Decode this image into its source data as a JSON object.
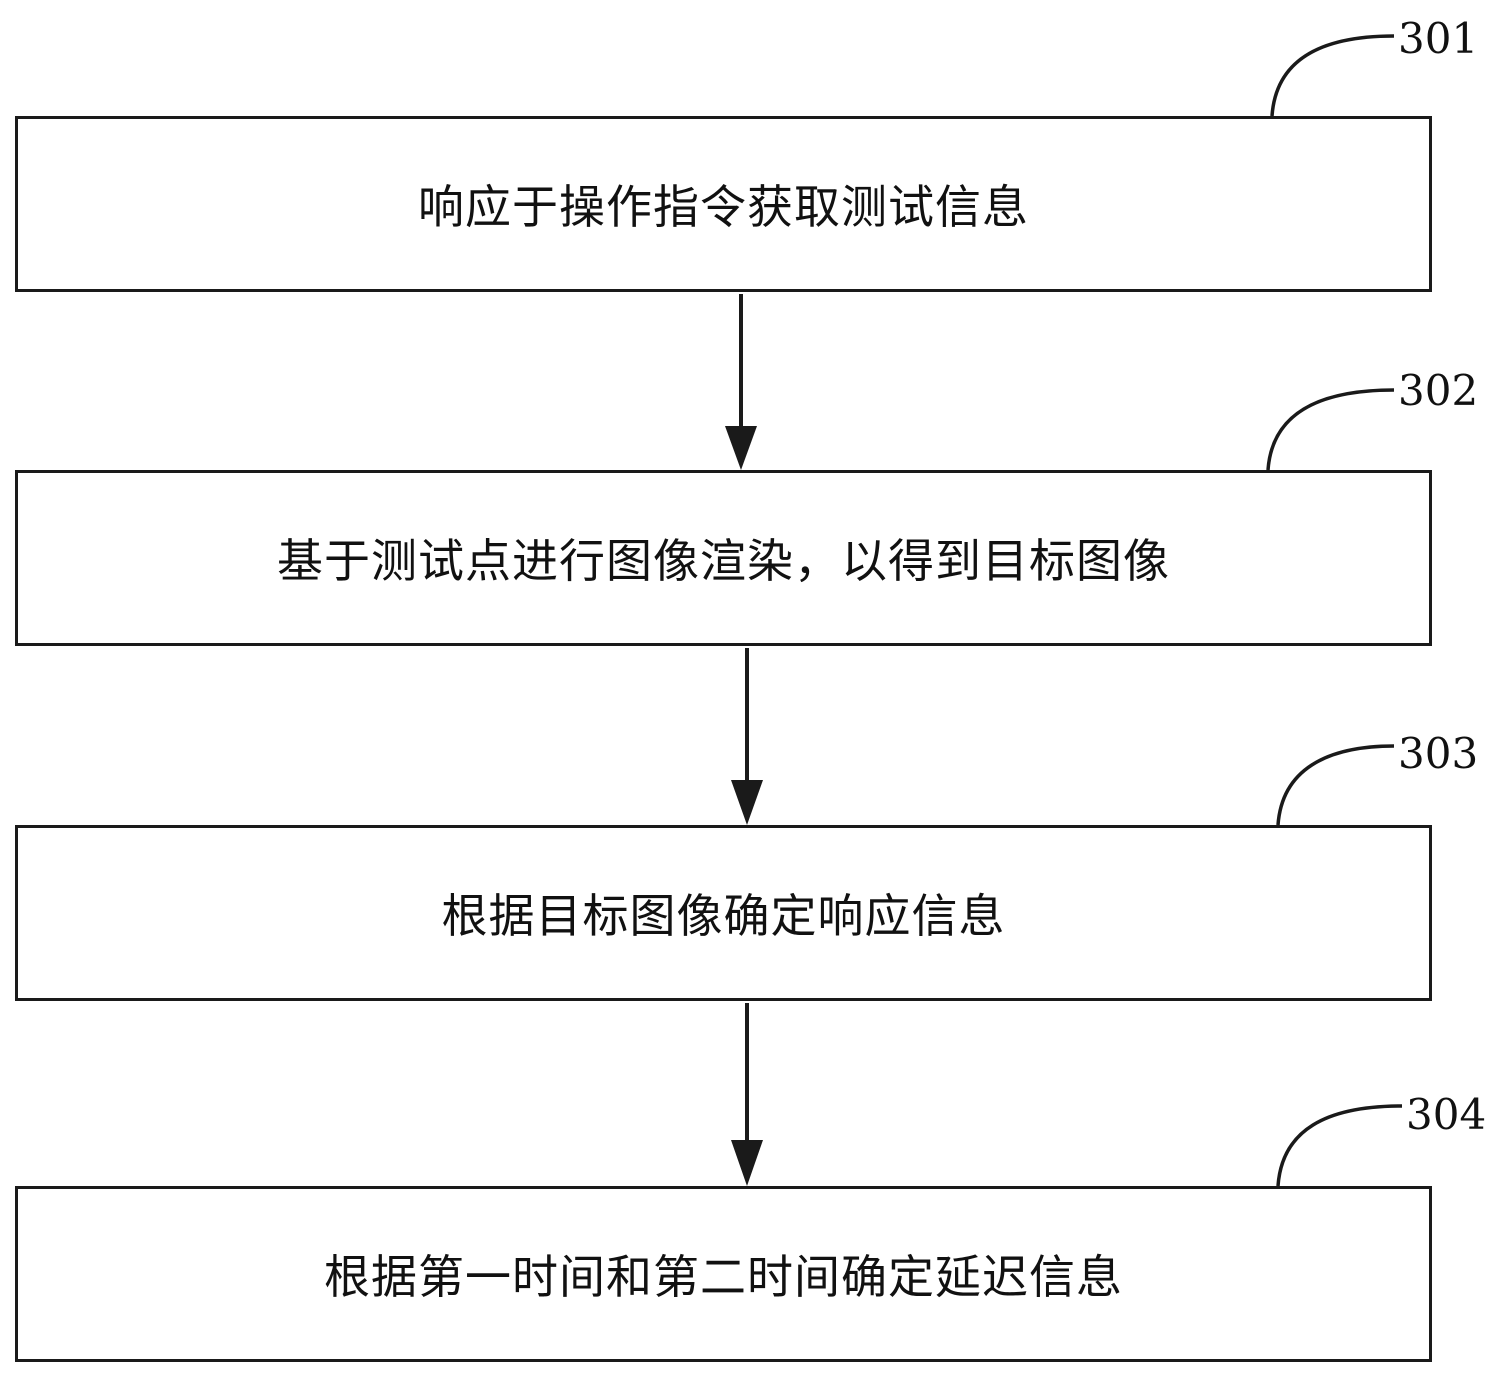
{
  "steps": [
    {
      "ref": "301",
      "text": "响应于操作指令获取测试信息"
    },
    {
      "ref": "302",
      "text": "基于测试点进行图像渲染，以得到目标图像"
    },
    {
      "ref": "303",
      "text": "根据目标图像确定响应信息"
    },
    {
      "ref": "304",
      "text": "根据第一时间和第二时间确定延迟信息"
    }
  ],
  "colors": {
    "line": "#1a1a1a",
    "background": "#ffffff"
  }
}
